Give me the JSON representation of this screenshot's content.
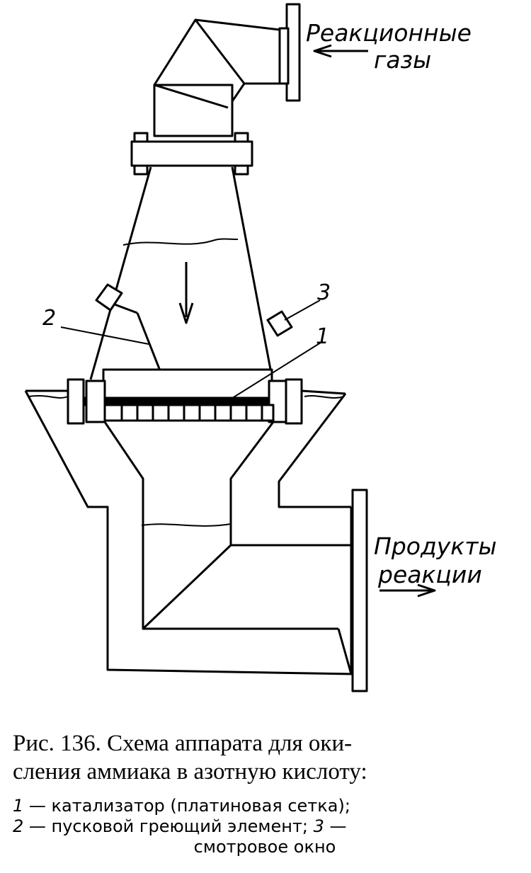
{
  "labels": {
    "gas_in_line1": "Реакционные",
    "gas_in_line2": "газы",
    "products_line1": "Продукты",
    "products_line2": "реакции"
  },
  "callouts": {
    "n1": "1",
    "n2": "2",
    "n3": "3"
  },
  "caption": {
    "title_line1": "Рис. 136. Схема аппарата для оки-",
    "title_line2": "сления аммиака в азотную кислоту:",
    "legend": [
      {
        "num": "1",
        "text": " — катализатор  (платиновая сетка);"
      },
      {
        "num": "2",
        "text": " — пусковой греющий элемент; "
      },
      {
        "num": "3",
        "text": " —"
      }
    ],
    "legend_last": "смотровое окно"
  }
}
